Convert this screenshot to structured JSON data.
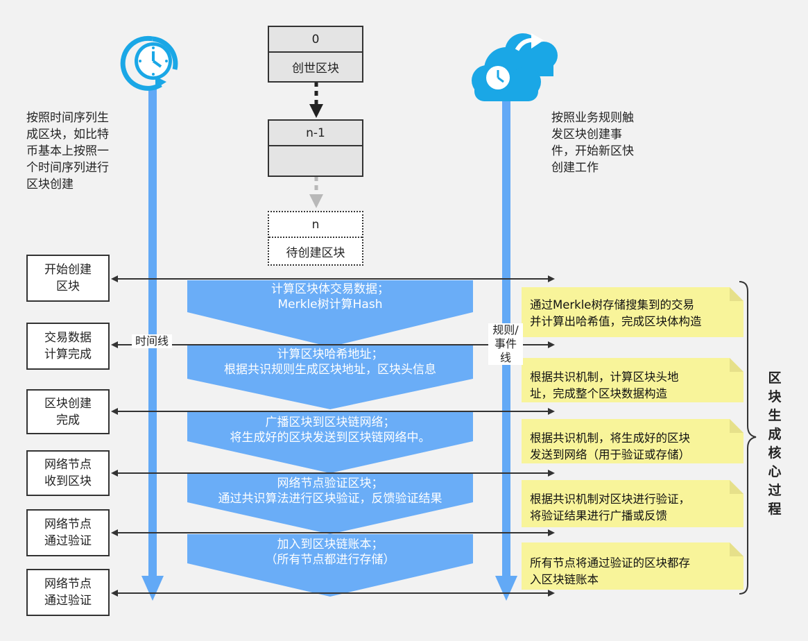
{
  "genesis": {
    "index": "0",
    "label": "创世区块"
  },
  "prev_block": {
    "index": "n-1",
    "label": ""
  },
  "pending_block": {
    "index": "n",
    "label": "待创建区块"
  },
  "left_desc": "按照时间序列生\n成区块，如比特\n币基本上按照一\n个时间序列进行\n区块创建",
  "right_desc": "按照业务规则触\n发区块创建事\n件，开始新区快\n创建工作",
  "time_axis_label": "时间线",
  "event_axis_label": "规则/\n事件\n线",
  "stages": [
    "开始创建\n区块",
    "交易数据\n计算完成",
    "区块创建\n完成",
    "网络节点\n收到区块",
    "网络节点\n通过验证",
    "网络节点\n通过验证"
  ],
  "band_steps": [
    "计算区块体交易数据；\nMerkle树计算Hash",
    "计算区块哈希地址；\n根据共识规则生成区块地址，区块头信息",
    "广播区块到区块链网络；\n将生成好的区块发送到区块链网络中。",
    "网络节点验证区块；\n通过共识算法进行区块验证，反馈验证结果",
    "加入到区块链账本；\n（所有节点都进行存储）"
  ],
  "notes": [
    "通过Merkle树存储搜集到的交易\n并计算出哈希值，完成区块体构造",
    "根据共识机制，计算区块头地\n址，完成整个区块数据构造",
    "根据共识机制，将生成好的区块\n发送到网络（用于验证或存储）",
    "根据共识机制对区块进行验证，\n将验证结果进行广播或反馈",
    "所有节点将通过验证的区块都存\n入区块链账本"
  ],
  "core_process_label": "区块生成核心过程",
  "icons": {
    "left": "clock-icon",
    "right": "cloud-clock-icon"
  },
  "colors": {
    "band": "#6aadf7",
    "axis": "#62a9f6",
    "note": "#f8f49a",
    "note_fold": "#e6e08a",
    "icon": "#1aa7e6",
    "line": "#333333"
  }
}
